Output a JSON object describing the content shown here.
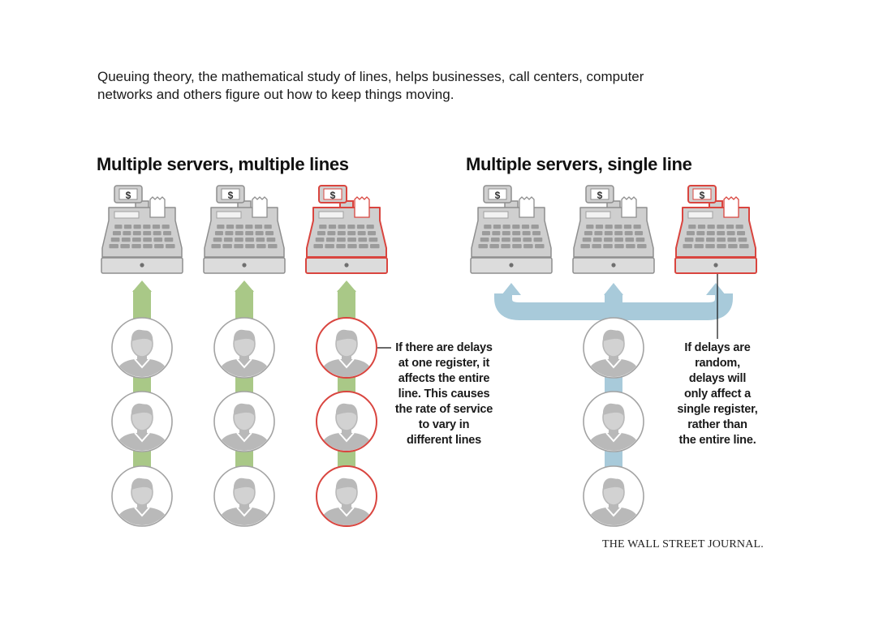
{
  "intro": "Queuing theory, the mathematical study of lines, helps businesses, call centers, computer networks and others figure out how to keep things moving.",
  "left_panel": {
    "heading": "Multiple servers, multiple lines",
    "register_symbol": "$",
    "note_lines": [
      "If there are delays",
      "at one register, it",
      "affects the entire",
      "line. This causes",
      "the rate of service",
      "to vary in",
      "different lines"
    ]
  },
  "right_panel": {
    "heading": "Multiple servers, single line",
    "register_symbol": "$",
    "note_lines": [
      "If delays are",
      "random,",
      "delays will",
      "only affect a",
      "single register,",
      "rather than",
      "the entire line."
    ]
  },
  "credit": "THE WALL STREET JOURNAL.",
  "colors": {
    "highlight": "#d9453f",
    "queue_lanes": "#a9c887",
    "single_queue": "#a8cada",
    "register_fill": "#cfcfcf",
    "register_stroke": "#8e8e8e",
    "person": "#b9b9b9"
  },
  "icons": [
    "cash-register-icon",
    "receipt-icon",
    "person-icon",
    "arrow-up-icon"
  ]
}
